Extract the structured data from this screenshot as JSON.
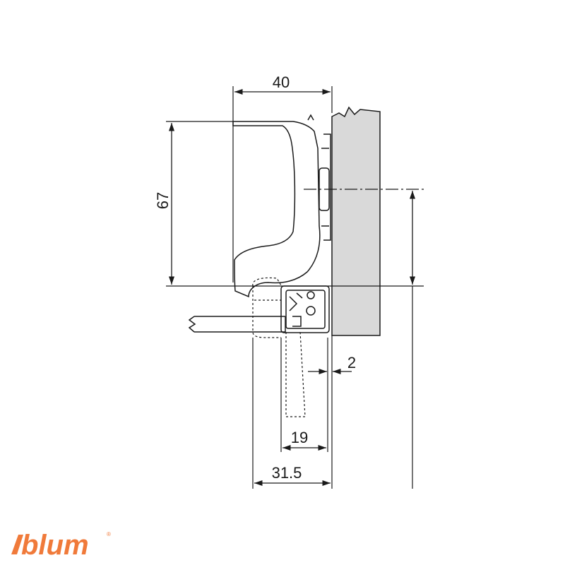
{
  "dimensions": {
    "width_label": "40",
    "height_label": "67",
    "gap_label": "2",
    "bottom_inner_label": "19",
    "bottom_outer_label": "31.5"
  },
  "brand": {
    "name": "blum",
    "registered": "®"
  },
  "colors": {
    "line": "#1a1a1a",
    "panel_fill": "#d9d9d9",
    "brand": "#f07a3a"
  }
}
